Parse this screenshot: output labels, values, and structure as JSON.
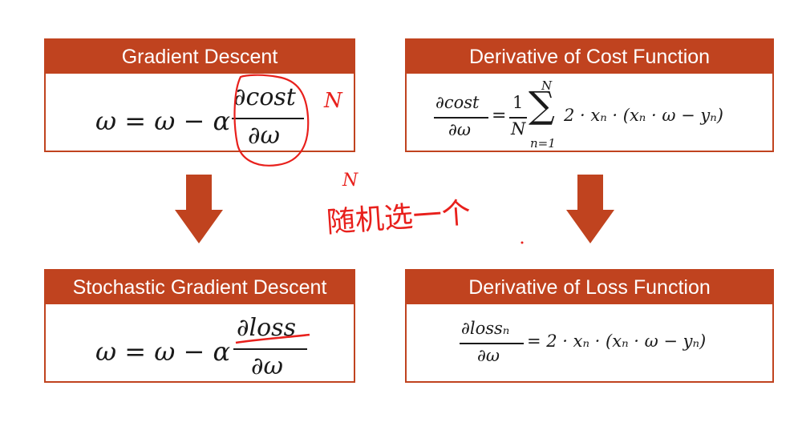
{
  "cards": {
    "gradient_descent": {
      "title": "Gradient Descent",
      "lhs": "ω = ω − α",
      "numerator": "∂cost",
      "denominator": "∂ω"
    },
    "derivative_cost": {
      "title": "Derivative of Cost Function",
      "numerator": "∂cost",
      "denominator": "∂ω",
      "eq": "=",
      "frac_num": "1",
      "frac_den": "N",
      "sum_top": "N",
      "sum_symbol": "∑",
      "sum_bottom": "n=1",
      "term": "2 · xₙ · (xₙ · ω − yₙ)"
    },
    "stochastic_gradient_descent": {
      "title": "Stochastic Gradient Descent",
      "lhs": "ω = ω − α",
      "numerator": "∂loss",
      "denominator": "∂ω"
    },
    "derivative_loss": {
      "title": "Derivative of Loss Function",
      "numerator": "∂lossₙ",
      "denominator": "∂ω",
      "rhs": "= 2 · xₙ · (xₙ · ω − yₙ)"
    }
  },
  "annotations": {
    "n_right_of_cost": "N",
    "n_above_handwriting": "N",
    "handwritten_note": "随机选一个"
  },
  "colors": {
    "brand": "#c0431f",
    "ink": "#1a1a1a",
    "pen": "#e8201c"
  }
}
